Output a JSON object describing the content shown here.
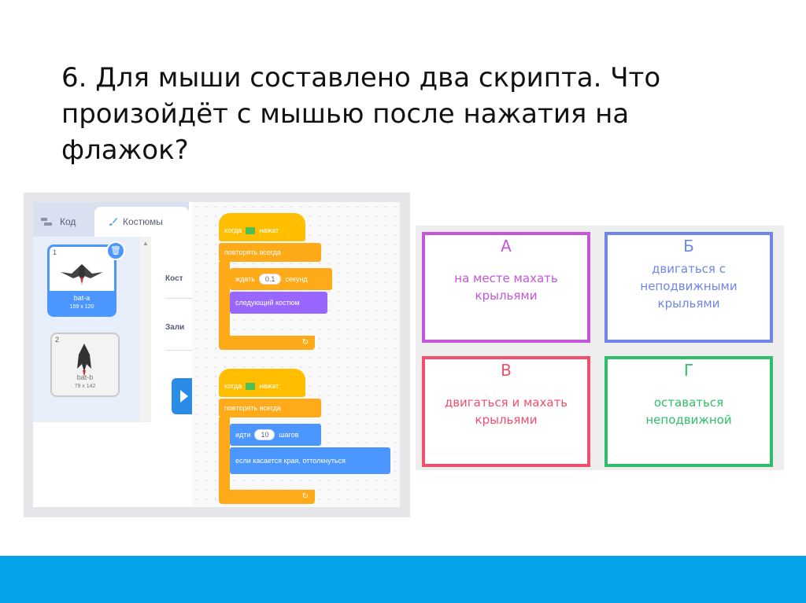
{
  "slide": {
    "question": "6. Для мыши составлено два скрипта. Что произойдёт с мышью после нажатия на флажок?"
  },
  "scratch": {
    "tabs": {
      "code": "Код",
      "costumes": "Костюмы"
    },
    "costumes": [
      {
        "number": "1",
        "name": "bat-a",
        "size": "159 x 120"
      },
      {
        "number": "2",
        "name": "bat-b",
        "size": "79 x 142"
      }
    ],
    "properties": {
      "costume_label": "Кост",
      "fill_label": "Зали"
    },
    "script1": {
      "hat": {
        "before": "когда",
        "after": "нажат"
      },
      "forever": "повторять всегда",
      "wait": {
        "before": "ждать",
        "value": "0.1",
        "after": "секунд"
      },
      "next_costume": "следующий костюм"
    },
    "script2": {
      "hat": {
        "before": "когда",
        "after": "нажат"
      },
      "forever": "повторять всегда",
      "move": {
        "before": "идти",
        "value": "10",
        "after": "шагов"
      },
      "bounce": "если касается края, оттолкнуться"
    }
  },
  "answers": [
    {
      "letter": "А",
      "text": "на месте махать крыльями",
      "color": "#c356d9"
    },
    {
      "letter": "Б",
      "text": "двигаться с неподвижными крыльями",
      "color": "#6e86e6"
    },
    {
      "letter": "В",
      "text": "двигаться и махать крыльями",
      "color": "#f0506e"
    },
    {
      "letter": "Г",
      "text": "оставаться неподвижной",
      "color": "#2fbf6a"
    }
  ],
  "theme": {
    "footer_color": "#05a4ea"
  }
}
